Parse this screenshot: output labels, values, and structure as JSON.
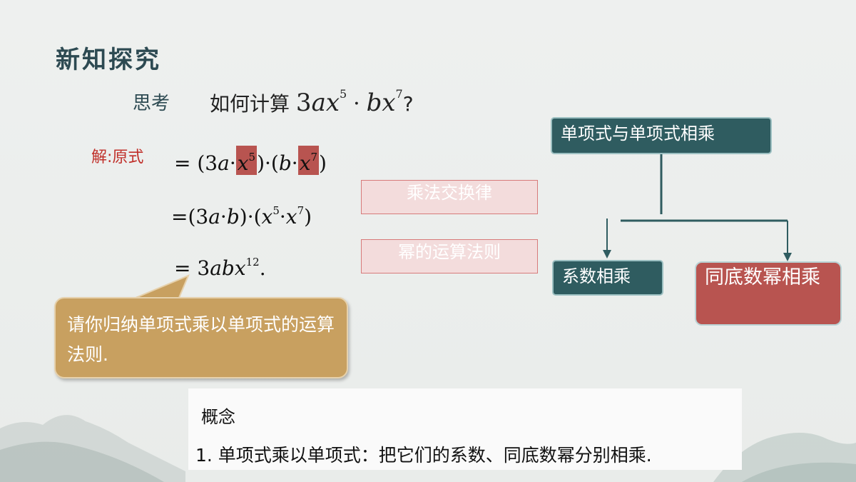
{
  "title": "新知探究",
  "think": {
    "label": "思考",
    "question_prefix": "如何计算",
    "expr": {
      "coef": "3",
      "v1": "a",
      "v2": "x",
      "e1": "5",
      "dot": "·",
      "v3": "b",
      "v4": "x",
      "e2": "7",
      "suffix": "?"
    }
  },
  "solution": {
    "label": "解:原式",
    "line1": {
      "eq": "=",
      "open1": "(3",
      "a": "a",
      "dot1": "·",
      "x1": "x",
      "e1": "5",
      "close1": ")",
      "dot2": "·",
      "open2": "(",
      "b": "b",
      "dot3": "·",
      "x2": "x",
      "e2": "7",
      "close2": ")"
    },
    "line2": {
      "eq": "=",
      "open1": "(3",
      "a": "a",
      "dot1": "·",
      "b": "b",
      "close1": ")",
      "dot2": "·",
      "open2": "(",
      "x1": "x",
      "e1": "5",
      "dot3": "·",
      "x2": "x",
      "e2": "7",
      "close2": ")"
    },
    "line3": {
      "eq": "=",
      "coef": "3",
      "vars": "abx",
      "exp": "12",
      "end": "."
    }
  },
  "reasons": [
    "乘法交换律",
    "幂的运算法则"
  ],
  "callout": {
    "text": "请你归纳单项式乘以单项式的运算法则."
  },
  "diagram": {
    "root": "单项式与单项式相乘",
    "left": "系数相乘",
    "right": "同底数幂相乘"
  },
  "concept": {
    "title": "概念",
    "text": "1. 单项式乘以单项式：把它们的系数、同底数幂分别相乘."
  },
  "colors": {
    "accent_dark": "#2f5c60",
    "accent_red": "#b85450",
    "callout": "#c8a060",
    "title": "#2d4a52"
  }
}
